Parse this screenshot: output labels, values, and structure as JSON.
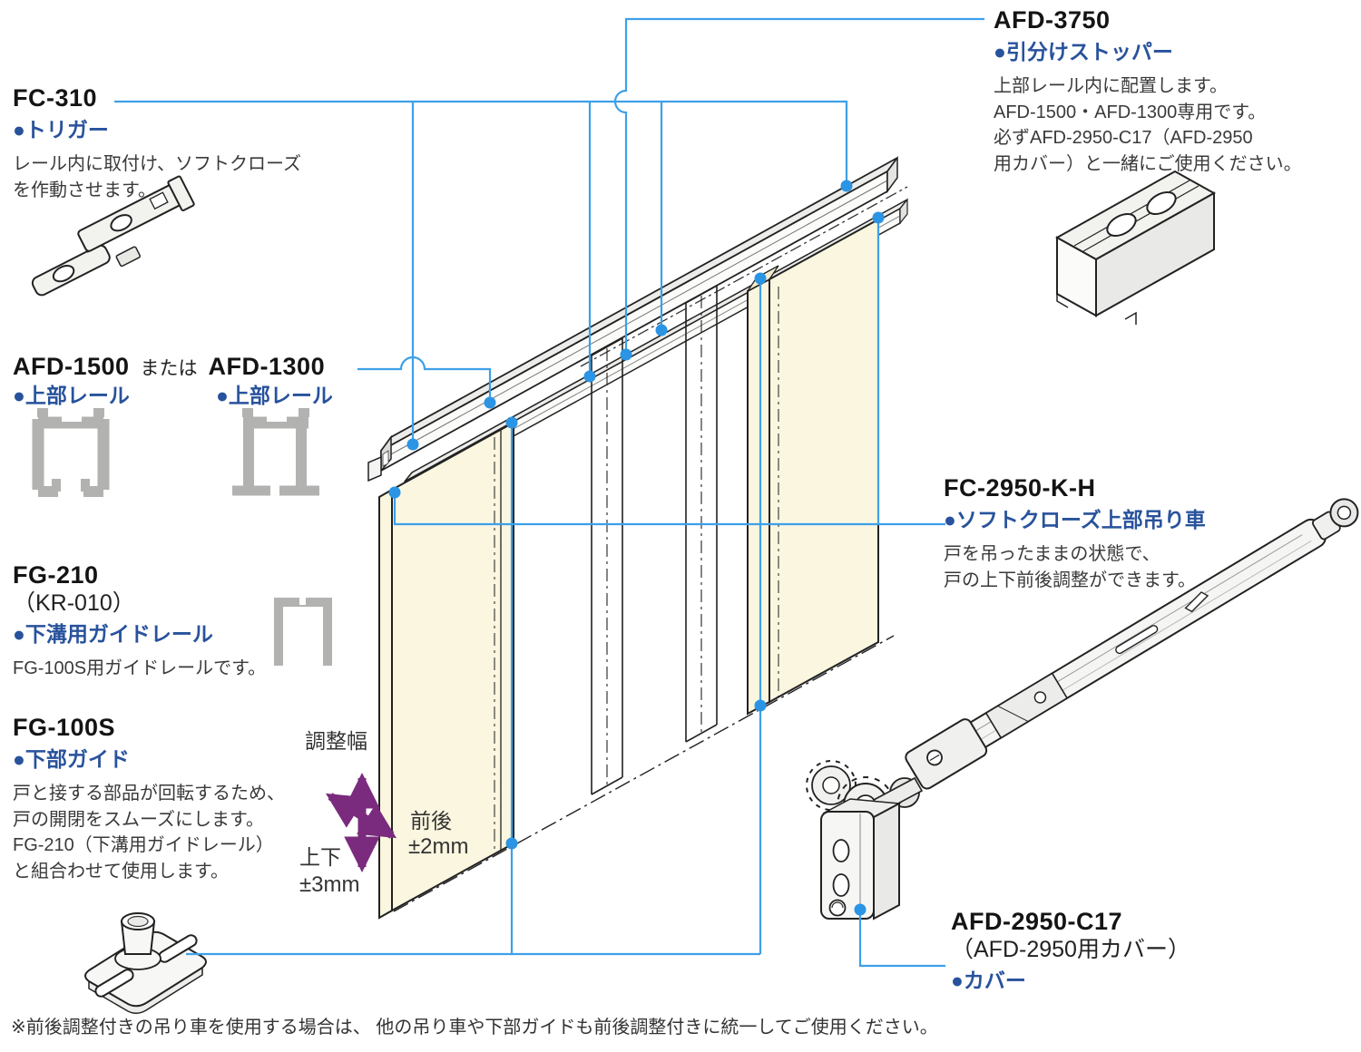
{
  "colors": {
    "accent_blue": "#3da0e8",
    "dot_blue": "#2b94e4",
    "label_navy": "#28529c",
    "panel_cream": "#faf6df",
    "arrow_purple": "#7b2b7e",
    "profile_gray": "#b2b2b0"
  },
  "parts": {
    "fc310": {
      "model": "FC-310",
      "type_label": "●トリガー",
      "desc_lines": [
        "レール内に取付け、ソフトクローズ",
        "を作動させます。"
      ]
    },
    "rails": {
      "model_a": "AFD-1500",
      "or_word": "または",
      "model_b": "AFD-1300",
      "type_label_a": "●上部レール",
      "type_label_b": "●上部レール"
    },
    "fg210": {
      "model": "FG-210",
      "model_alt": "（KR-010）",
      "type_label": "●下溝用ガイドレール",
      "desc_lines": [
        "FG-100S用ガイドレールです。"
      ]
    },
    "fg100s": {
      "model": "FG-100S",
      "type_label": "●下部ガイド",
      "desc_lines": [
        "戸と接する部品が回転するため、",
        "戸の開閉をスムーズにします。",
        "FG-210（下溝用ガイドレール）",
        "と組合わせて使用します。"
      ]
    },
    "afd3750": {
      "model": "AFD-3750",
      "type_label": "●引分けストッパー",
      "desc_lines": [
        "上部レール内に配置します。",
        "AFD-1500・AFD-1300専用です。",
        "必ずAFD-2950-C17（AFD-2950",
        "用カバー）と一緒にご使用ください。"
      ]
    },
    "fc2950kh": {
      "model": "FC-2950-K-H",
      "type_label": "●ソフトクローズ上部吊り車",
      "desc_lines": [
        "戸を吊ったままの状態で、",
        "戸の上下前後調整ができます。"
      ]
    },
    "afd2950c17": {
      "model": "AFD-2950-C17",
      "model_alt": "（AFD-2950用カバー）",
      "type_label": "●カバー"
    }
  },
  "adjustment": {
    "title": "調整幅",
    "front_back_label": "前後",
    "front_back_value": "±2mm",
    "up_down_label": "上下",
    "up_down_value": "±3mm"
  },
  "footnote": "※前後調整付きの吊り車を使用する場合は、 他の吊り車や下部ガイドも前後調整付きに統一してご使用ください。"
}
